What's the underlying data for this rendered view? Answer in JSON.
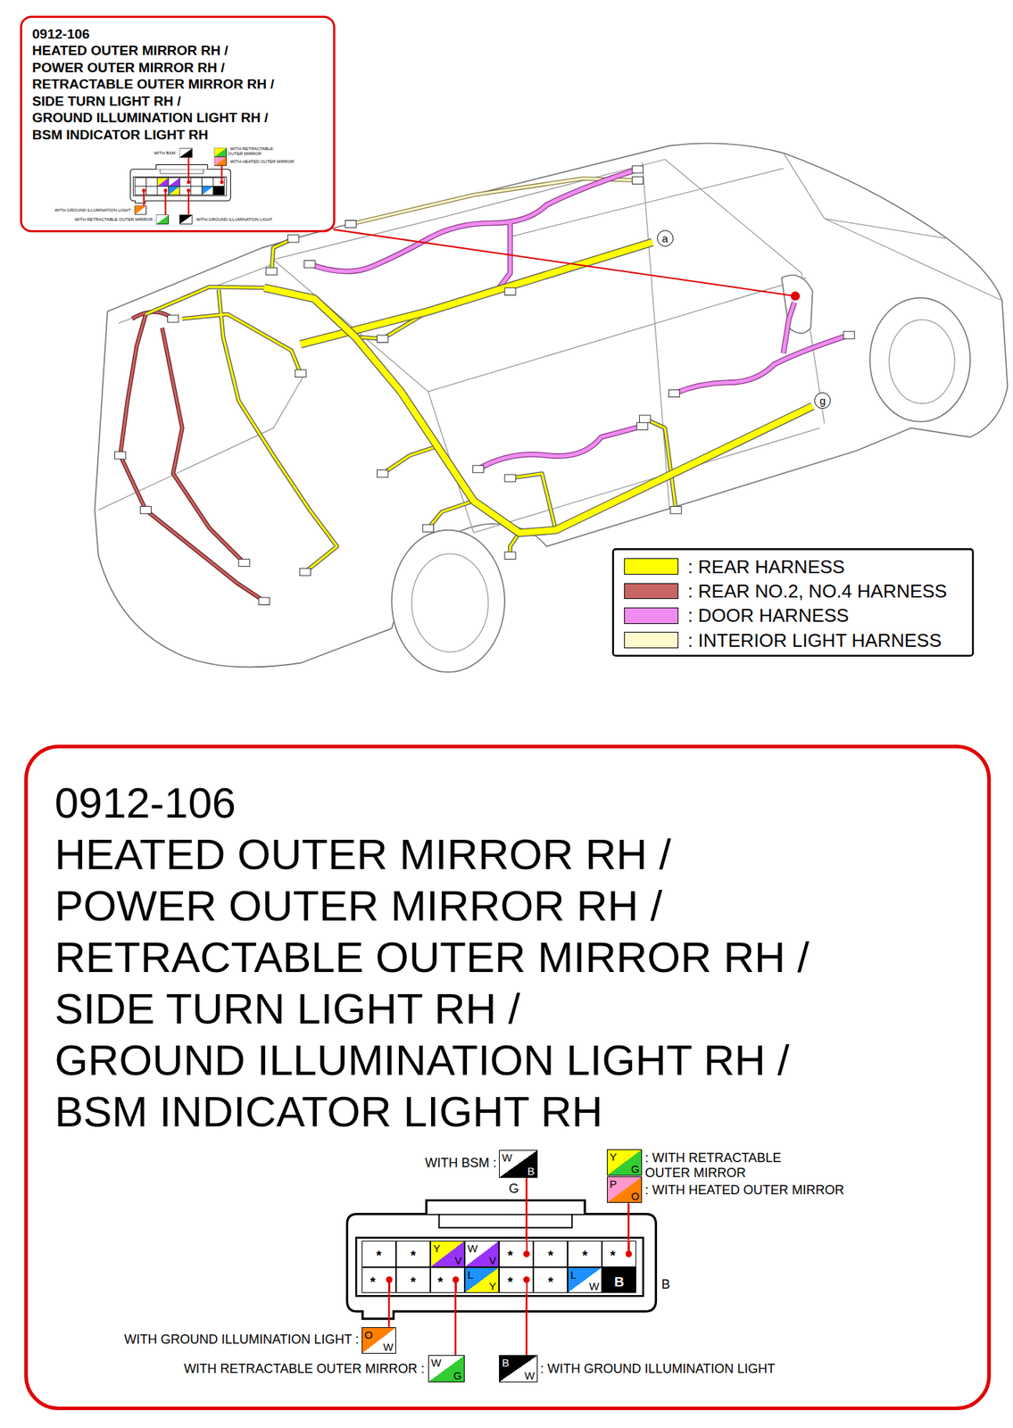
{
  "diagram": {
    "nodes": [
      {
        "text": [
          "0912-106",
          "HEATED OUTER MIRROR RH /",
          "POWER OUTER MIRROR RH /",
          "RETRACTABLE OUTER MIRROR RH /",
          "SIDE TURN LIGHT RH /",
          "GROUND ILLUMINATION LIGHT RH /",
          "BSM INDICATOR LIGHT RH"
        ]
      },
      {
        "text": [
          "a"
        ]
      },
      {
        "text": [
          "g"
        ]
      },
      {
        "text": [
          "0912-106",
          "HEATED OUTER MIRROR RH /",
          "POWER OUTER MIRROR RH /",
          "RETRACTABLE OUTER MIRROR RH /",
          "SIDE TURN LIGHT RH /",
          "GROUND ILLUMINATION LIGHT RH /",
          "BSM INDICATOR LIGHT RH"
        ]
      },
      {
        "text": [
          "W",
          "B"
        ],
        "in": 3
      },
      {
        "text": [
          "Y",
          "G"
        ],
        "in": 3
      },
      {
        "text": [
          "P",
          "O"
        ],
        "in": 3
      },
      {
        "text": [
          "*"
        ],
        "in": 3
      },
      {
        "text": [
          "*"
        ],
        "in": 3
      },
      {
        "text": [
          "Y",
          "V"
        ],
        "in": 3
      },
      {
        "text": [
          "W",
          "V"
        ],
        "in": 3
      },
      {
        "text": [
          "*"
        ],
        "in": 3
      },
      {
        "text": [
          "*"
        ],
        "in": 3
      },
      {
        "text": [
          "*"
        ],
        "in": 3
      },
      {
        "text": [
          "*"
        ],
        "in": 3
      },
      {
        "text": [
          "*"
        ],
        "in": 3
      },
      {
        "text": [
          "*"
        ],
        "in": 3
      },
      {
        "text": [
          "*"
        ],
        "in": 3
      },
      {
        "text": [
          "L",
          "Y"
        ],
        "in": 3
      },
      {
        "text": [
          "*"
        ],
        "in": 3
      },
      {
        "text": [
          "*"
        ],
        "in": 3
      },
      {
        "text": [
          "L",
          "W"
        ],
        "in": 3
      },
      {
        "text": [
          "B"
        ],
        "in": 3
      },
      {
        "text": [
          "O",
          "W"
        ],
        "in": 3
      },
      {
        "text": [
          "W",
          "G"
        ],
        "in": 3
      },
      {
        "text": [
          "B",
          "W"
        ],
        "in": 3
      }
    ],
    "edges": [
      {
        "from": 4,
        "to": 11,
        "arrow": "none"
      },
      {
        "from": 6,
        "to": 14,
        "arrow": "none"
      },
      {
        "from": 15,
        "to": 23,
        "arrow": "none"
      },
      {
        "from": 17,
        "to": 24,
        "arrow": "none"
      },
      {
        "from": 19,
        "to": 25,
        "arrow": "none"
      }
    ],
    "labels": [
      "WITH BSM :",
      ": WITH RETRACTABLE OUTER MIRROR",
      ": WITH HEATED OUTER MIRROR",
      "WITH GROUND ILLUMINATION LIGHT :",
      "WITH RETRACTABLE OUTER MIRROR :",
      ": WITH GROUND ILLUMINATION LIGHT",
      "WITH BSM :",
      "G",
      ": WITH RETRACTABLE OUTER MIRROR",
      ": WITH HEATED OUTER MIRROR",
      "B",
      "WITH GROUND ILLUMINATION LIGHT :",
      "WITH RETRACTABLE OUTER MIRROR :",
      ": WITH GROUND ILLUMINATION LIGHT"
    ],
    "legend": [
      {
        "text": ": REAR HARNESS",
        "color": "#ffff00"
      },
      {
        "text": ": REAR NO.2, NO.4 HARNESS",
        "color": "#c86464"
      },
      {
        "text": ": DOOR HARNESS",
        "color": "#f08cf0"
      },
      {
        "text": ": INTERIOR LIGHT HARNESS",
        "color": "#fffacd"
      }
    ]
  }
}
